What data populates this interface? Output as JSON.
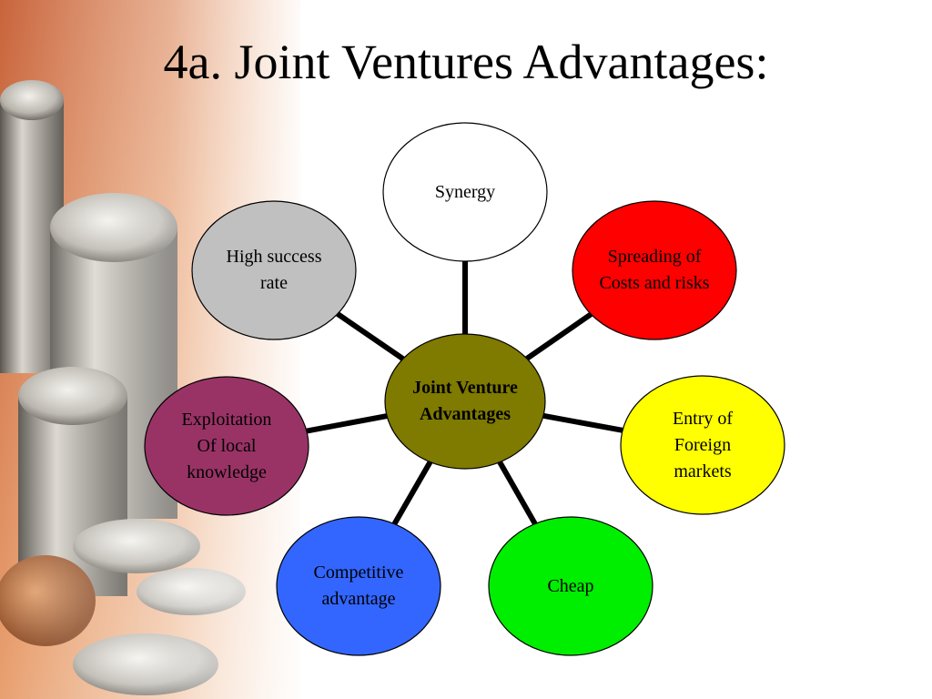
{
  "slide": {
    "title": "4a. Joint Ventures Advantages:"
  },
  "diagram": {
    "center": {
      "label": "Joint Venture\nAdvantages",
      "color": "#7f7a00"
    },
    "nodes": [
      {
        "id": "synergy",
        "label": "Synergy",
        "color": "#ffffff"
      },
      {
        "id": "spreading",
        "label": "Spreading of\nCosts and risks",
        "color": "#ff0000"
      },
      {
        "id": "entry",
        "label": "Entry of\nForeign\nmarkets",
        "color": "#ffff00"
      },
      {
        "id": "cheap",
        "label": "Cheap",
        "color": "#00ee00"
      },
      {
        "id": "competitive",
        "label": "Competitive\nadvantage",
        "color": "#3366ff"
      },
      {
        "id": "exploitation",
        "label": "Exploitation\nOf local\nknowledge",
        "color": "#993366"
      },
      {
        "id": "high-success",
        "label": "High success\nrate",
        "color": "#c0c0c0"
      }
    ]
  }
}
